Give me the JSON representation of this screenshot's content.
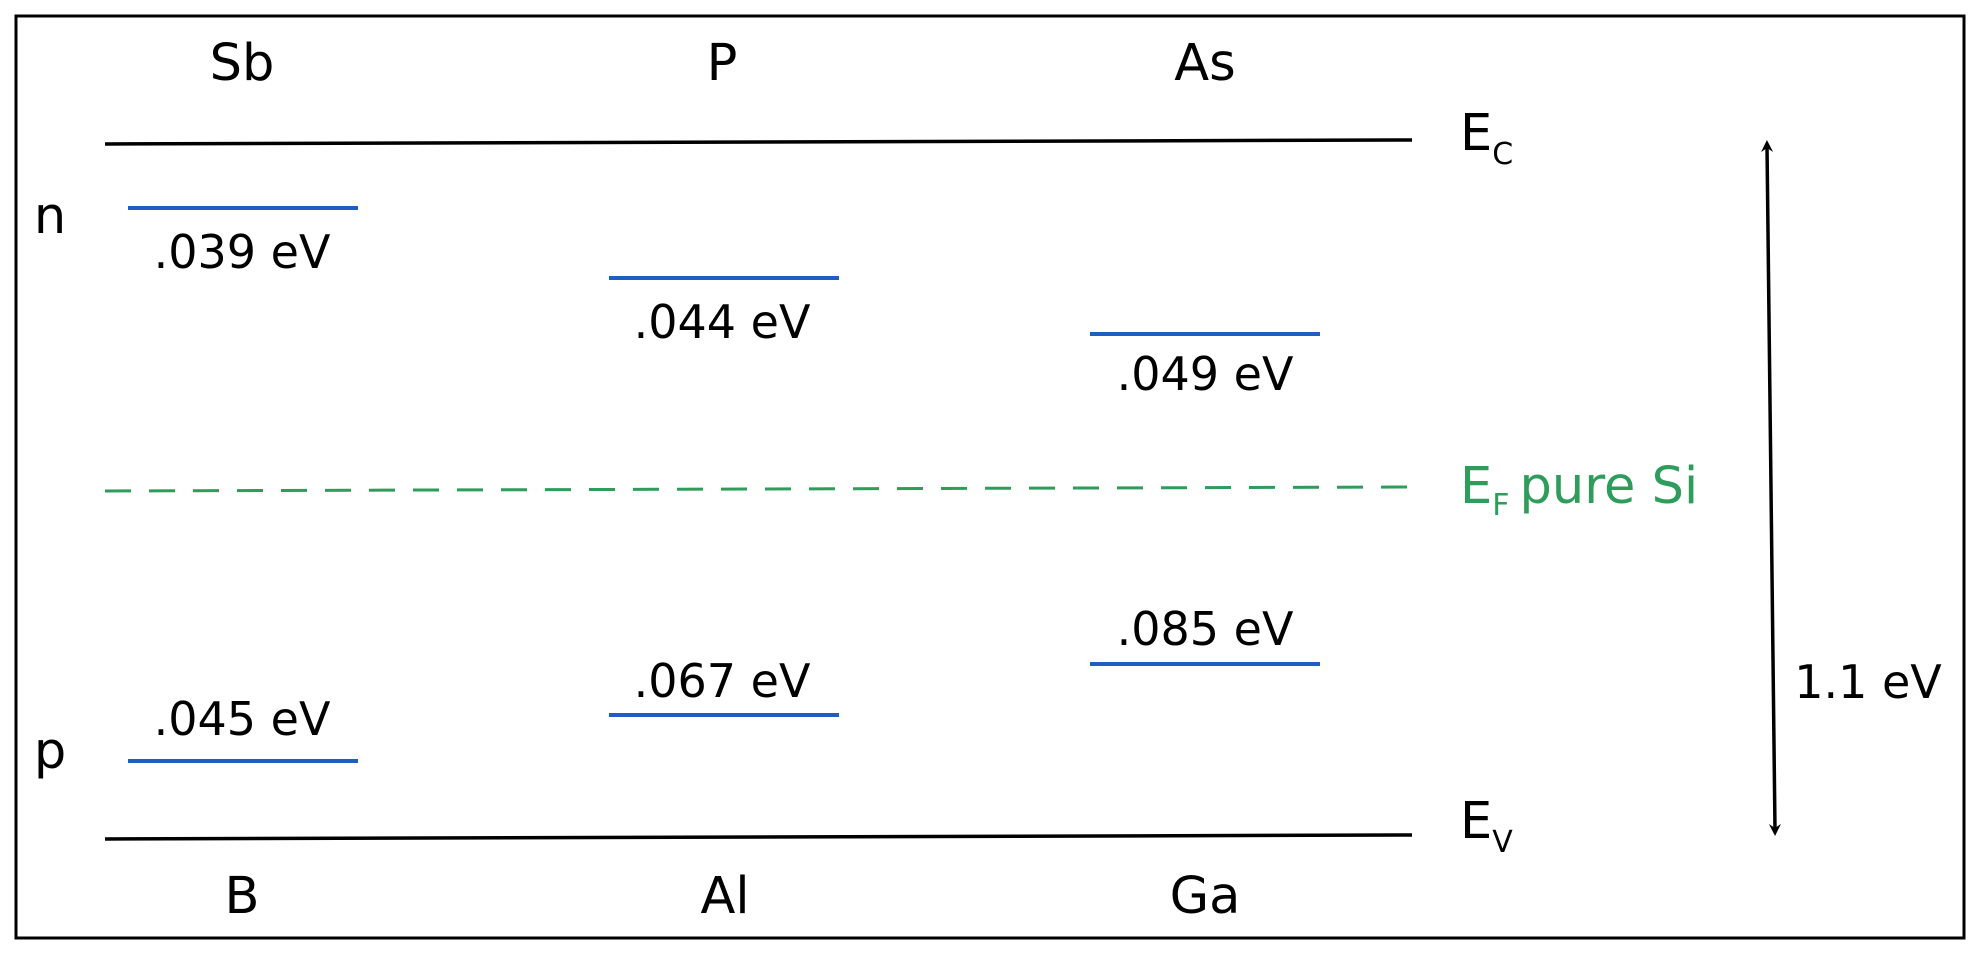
{
  "colors": {
    "band": "#000000",
    "level": "#1f5fc4",
    "fermi": "#2e9c5a",
    "frame": "#000000"
  },
  "donors": {
    "side_label": "n",
    "items": [
      {
        "element": "Sb",
        "energy": ".039 eV"
      },
      {
        "element": "P",
        "energy": ".044 eV"
      },
      {
        "element": "As",
        "energy": ".049 eV"
      }
    ]
  },
  "acceptors": {
    "side_label": "p",
    "items": [
      {
        "element": "B",
        "energy": ".045 eV"
      },
      {
        "element": "Al",
        "energy": ".067 eV"
      },
      {
        "element": "Ga",
        "energy": ".085 eV"
      }
    ]
  },
  "bands": {
    "conduction": {
      "symbol": "E",
      "subscript": "C"
    },
    "valence": {
      "symbol": "E",
      "subscript": "V"
    },
    "fermi": {
      "symbol": "E",
      "subscript": "F",
      "text": "pure Si"
    }
  },
  "gap": {
    "label": "1.1 eV",
    "value_ev": 1.1
  }
}
